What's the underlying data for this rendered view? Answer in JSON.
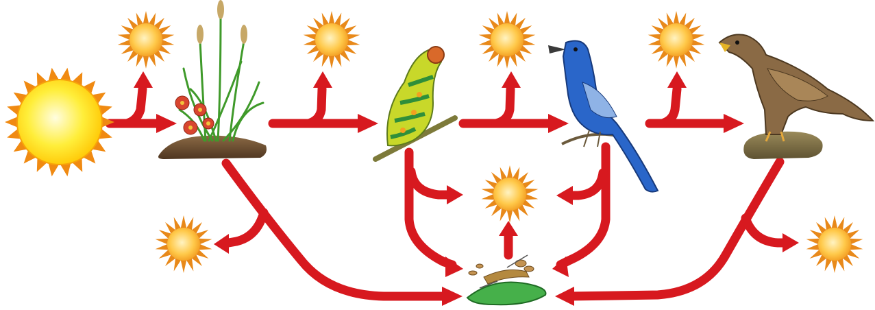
{
  "diagram": {
    "type": "energy-flow-food-chain",
    "colors": {
      "arrow": "#d7191f",
      "sun_core": "#ffe600",
      "sun_ray": "#f08a12",
      "heat_core": "#ffd34d",
      "heat_ray": "#e8891a",
      "soil": "#6b4a2e",
      "grass": "#3f9a2a",
      "flower": "#d8452f",
      "caterpillar_body": "#c8d82a",
      "caterpillar_stripe": "#2f8f3a",
      "bird_blue": "#2a66c9",
      "hawk_brown": "#8a6a45",
      "decomposer_green": "#46b04a"
    },
    "nodes": [
      {
        "id": "sun",
        "icon": "sun-icon",
        "role": "energy-source"
      },
      {
        "id": "plants",
        "icon": "plants-icon",
        "role": "producer"
      },
      {
        "id": "caterpillar",
        "icon": "caterpillar-icon",
        "role": "primary-consumer"
      },
      {
        "id": "bird",
        "icon": "bird-icon",
        "role": "secondary-consumer"
      },
      {
        "id": "hawk",
        "icon": "hawk-icon",
        "role": "tertiary-consumer"
      },
      {
        "id": "decomposers",
        "icon": "decomposers-icon",
        "role": "decomposer"
      }
    ],
    "heat_losses": [
      {
        "from": "plants",
        "icon": "heat-icon"
      },
      {
        "from": "caterpillar",
        "icon": "heat-icon"
      },
      {
        "from": "bird",
        "icon": "heat-icon"
      },
      {
        "from": "hawk",
        "icon": "heat-icon"
      },
      {
        "from": "decomposers",
        "icon": "heat-icon"
      },
      {
        "from": "plants-to-decomposers",
        "icon": "heat-icon"
      },
      {
        "from": "hawk-to-decomposers",
        "icon": "heat-icon"
      }
    ],
    "flows": [
      {
        "from": "sun",
        "to": "plants"
      },
      {
        "from": "plants",
        "to": "caterpillar"
      },
      {
        "from": "caterpillar",
        "to": "bird"
      },
      {
        "from": "bird",
        "to": "hawk"
      },
      {
        "from": "plants",
        "to": "decomposers"
      },
      {
        "from": "caterpillar",
        "to": "decomposers"
      },
      {
        "from": "bird",
        "to": "decomposers"
      },
      {
        "from": "hawk",
        "to": "decomposers"
      }
    ]
  }
}
